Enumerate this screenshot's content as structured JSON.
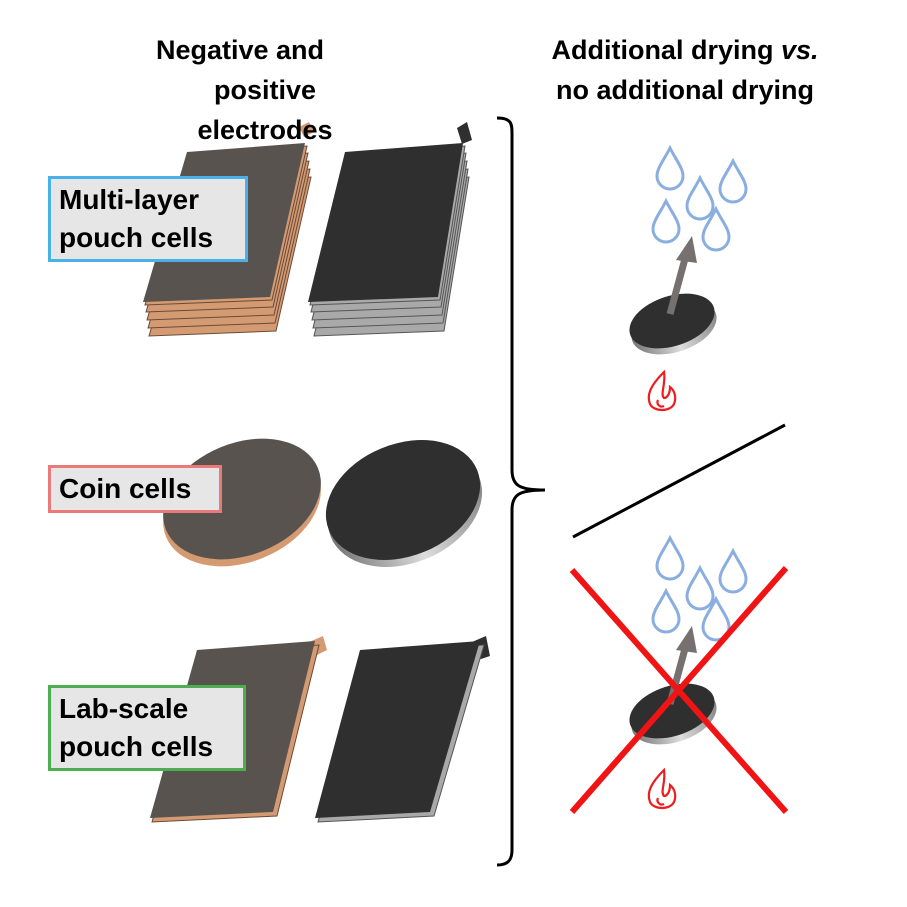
{
  "headers": {
    "left": {
      "line1": "Negative and",
      "line2": "positive electrodes"
    },
    "right": {
      "line1_prefix": "Additional drying ",
      "line1_italic": "vs.",
      "line2": "no additional drying"
    }
  },
  "labels": {
    "multilayer": {
      "line1": "Multi-layer",
      "line2": "pouch cells",
      "border_color": "#4ab0e8"
    },
    "coin": {
      "line1": "Coin cells",
      "border_color": "#e87a7a"
    },
    "labscale": {
      "line1": "Lab-scale",
      "line2": "pouch cells",
      "border_color": "#4cae50"
    }
  },
  "colors": {
    "negative_face": "#595350",
    "copper": "#d49a72",
    "positive_face": "#2f2f2f",
    "aluminum": "#a9a9a9",
    "drop": "#8aaee0",
    "flame": "#ee1c1c",
    "cross": "#f01414",
    "arrow": "#777070"
  },
  "icons": [
    "water-drop-icon",
    "flame-icon",
    "arrow-up-icon",
    "cross-icon"
  ]
}
